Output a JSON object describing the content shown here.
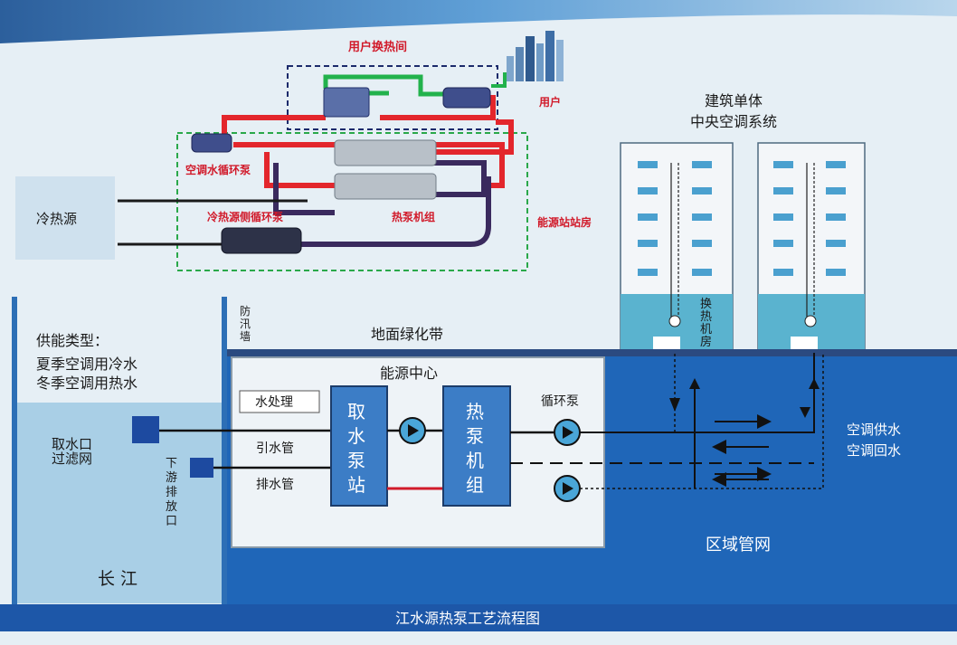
{
  "title": "江水源热泵工艺流程图",
  "top_diagram": {
    "user_exchange_room": "用户换热间",
    "user": "用户",
    "cold_heat_source": "冷热源",
    "ac_water_pump": "空调水循环泵",
    "source_side_pump": "冷热源侧循环泵",
    "heat_pump_unit": "热泵机组",
    "energy_station_room": "能源站站房"
  },
  "building": {
    "title_line1": "建筑单体",
    "title_line2": "中央空调系统",
    "exchange_room": [
      "换",
      "热",
      "机",
      "房"
    ]
  },
  "supply_type": {
    "heading": "供能类型：",
    "line1": "夏季空调用冷水",
    "line2": "冬季空调用热水"
  },
  "river": {
    "name": "长  江",
    "intake": [
      "取水口",
      "过滤网"
    ],
    "outlet": [
      "下",
      "游",
      "排",
      "放",
      "口"
    ]
  },
  "flood_wall": [
    "防",
    "汛",
    "墙"
  ],
  "green_belt": "地面绿化带",
  "energy_center": {
    "title": "能源中心",
    "water_treatment": "水处理",
    "intake_pipe": "引水管",
    "discharge_pipe": "排水管",
    "pump_station": [
      "取",
      "水",
      "泵",
      "站"
    ],
    "heat_pump": [
      "热",
      "泵",
      "机",
      "组"
    ],
    "circ_pump": "循环泵"
  },
  "network": {
    "supply": "空调供水",
    "return": "空调回水",
    "district": "区域管网"
  },
  "colors": {
    "hot_pipe": "#e3262c",
    "green_pipe": "#22b24c",
    "dark_pipe": "#3a2a5e",
    "water_deep": "#1f66b8",
    "water_light": "#a9cfe6",
    "building_base": "#5ab3cf"
  }
}
